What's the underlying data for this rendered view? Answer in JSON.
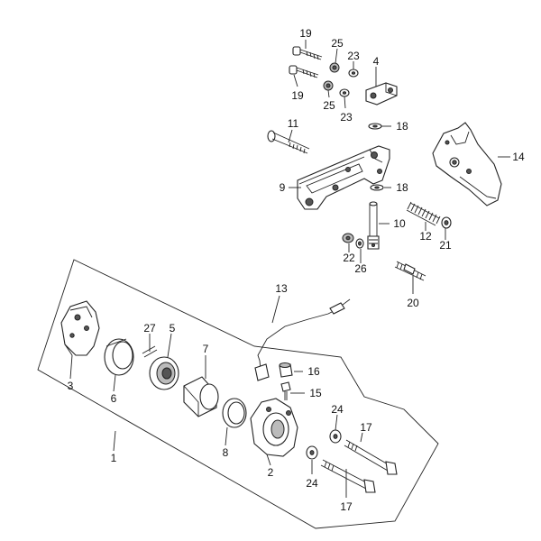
{
  "callouts": [
    "19",
    "25",
    "23",
    "4",
    "19",
    "25",
    "23",
    "11",
    "18",
    "14",
    "9",
    "18",
    "10",
    "12",
    "21",
    "22",
    "26",
    "20",
    "13",
    "27",
    "5",
    "7",
    "16",
    "15",
    "3",
    "6",
    "24",
    "17",
    "8",
    "2",
    "1",
    "24",
    "17"
  ]
}
